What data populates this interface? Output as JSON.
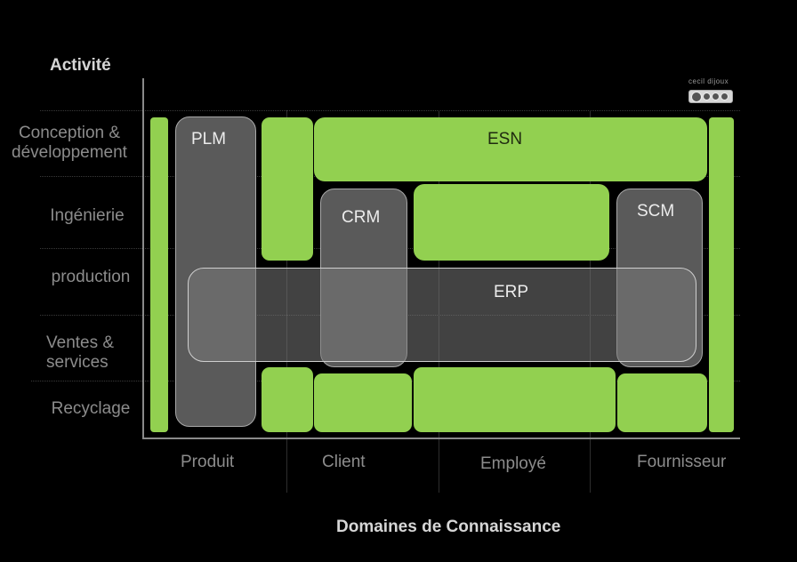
{
  "axes": {
    "y_title": "Activité",
    "x_title": "Domaines de Connaissance"
  },
  "rows": [
    {
      "label": "Conception &\ndéveloppement"
    },
    {
      "label": "Ingénierie"
    },
    {
      "label": "production"
    },
    {
      "label": "Ventes &\nservices"
    },
    {
      "label": "Recyclage"
    }
  ],
  "columns": [
    {
      "label": "Produit"
    },
    {
      "label": "Client"
    },
    {
      "label": "Employé"
    },
    {
      "label": "Fournisseur"
    }
  ],
  "systems": {
    "plm": "PLM",
    "esn": "ESN",
    "crm": "CRM",
    "scm": "SCM",
    "erp": "ERP"
  },
  "credit": {
    "author": "cecil dijoux",
    "license_icon": "creative-commons-by-nc-sa-icon"
  },
  "colors": {
    "green": "#92d050",
    "gray_box": "#5a5a5a",
    "background": "#000000"
  }
}
